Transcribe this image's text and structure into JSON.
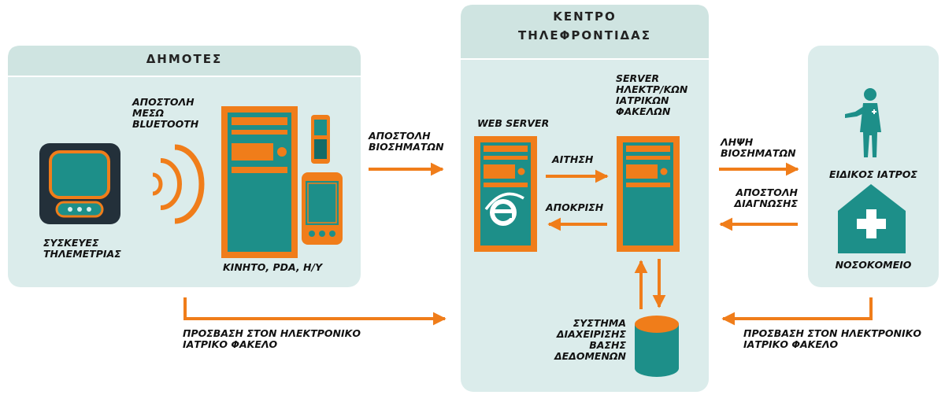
{
  "colors": {
    "panel_header": "#cfe4e1",
    "panel_body": "#dbeceb",
    "orange": "#f07d1a",
    "teal": "#1d8f89",
    "teal_dark": "#146b67",
    "dark": "#23303a"
  },
  "panels": {
    "citizens_title": "ΔΗΜΟΤΕΣ",
    "center_title_line1": "ΚΕΝΤΡΟ",
    "center_title_line2": "ΤΗΛΕΦΡΟΝΤΙΔΑΣ"
  },
  "labels": {
    "bluetooth": [
      "ΑΠΟΣΤΟΛΗ",
      "ΜΕΣΩ",
      "BLUETOOTH"
    ],
    "telemetry_devices": [
      "ΣΥΣΚΕΥΕΣ",
      "ΤΗΛΕΜΕΤΡΙΑΣ"
    ],
    "client_devices": "ΚΙΝΗΤΟ, PDA, Η/Υ",
    "send_biosignals": [
      "ΑΠΟΣΤΟΛΗ",
      "ΒΙΟΣΗΜΑΤΩΝ"
    ],
    "web_server": "WEB SERVER",
    "records_server": [
      "SERVER",
      "ΗΛΕΚΤΡ/ΚΩΝ",
      "ΙΑΤΡΙΚΩΝ",
      "ΦΑΚΕΛΩΝ"
    ],
    "request": "ΑΙΤΗΣΗ",
    "response": "ΑΠΟΚΡΙΣΗ",
    "dbms": [
      "ΣΥΣΤΗΜΑ",
      "ΔΙΑΧΕΙΡΙΣΗΣ",
      "ΒΑΣΗΣ",
      "ΔΕΔΟΜΕΝΩΝ"
    ],
    "receive_biosignals": [
      "ΛΗΨΗ",
      "ΒΙΟΣΗΜΑΤΩΝ"
    ],
    "send_diagnosis": [
      "ΑΠΟΣΤΟΛΗ",
      "ΔΙΑΓΝΩΣΗΣ"
    ],
    "specialist": "ΕΙΔΙΚΟΣ ΙΑΤΡΟΣ",
    "hospital": "ΝΟΣΟΚΟΜΕΙΟ",
    "access_left": [
      "ΠΡΟΣΒΑΣΗ ΣΤΟΝ ΗΛΕΚΤΡΟΝΙΚΟ",
      "ΙΑΤΡΙΚΟ ΦΑΚΕΛΟ"
    ],
    "access_right": [
      "ΠΡΟΣΒΑΣΗ ΣΤΟΝ ΗΛΕΚΤΡΟΝΙΚΟ",
      "ΙΑΤΡΙΚΟ ΦΑΚΕΛΟ"
    ]
  }
}
